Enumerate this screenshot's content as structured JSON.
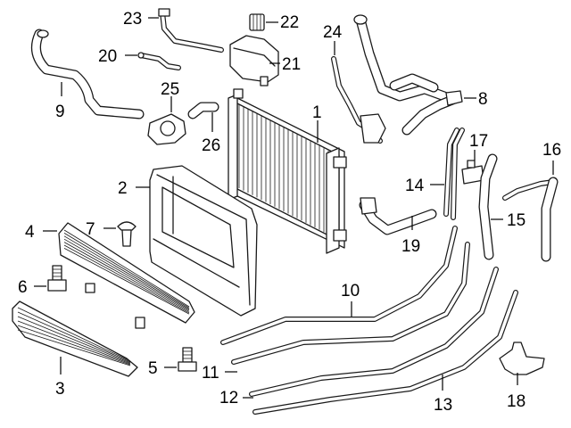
{
  "callouts": [
    {
      "id": "1",
      "label": "1"
    },
    {
      "id": "2",
      "label": "2"
    },
    {
      "id": "3",
      "label": "3"
    },
    {
      "id": "4",
      "label": "4"
    },
    {
      "id": "5",
      "label": "5"
    },
    {
      "id": "6",
      "label": "6"
    },
    {
      "id": "7",
      "label": "7"
    },
    {
      "id": "8",
      "label": "8"
    },
    {
      "id": "9",
      "label": "9"
    },
    {
      "id": "10",
      "label": "10"
    },
    {
      "id": "11",
      "label": "11"
    },
    {
      "id": "12",
      "label": "12"
    },
    {
      "id": "13",
      "label": "13"
    },
    {
      "id": "14",
      "label": "14"
    },
    {
      "id": "15",
      "label": "15"
    },
    {
      "id": "16",
      "label": "16"
    },
    {
      "id": "17",
      "label": "17"
    },
    {
      "id": "18",
      "label": "18"
    },
    {
      "id": "19",
      "label": "19"
    },
    {
      "id": "20",
      "label": "20"
    },
    {
      "id": "21",
      "label": "21"
    },
    {
      "id": "22",
      "label": "22"
    },
    {
      "id": "23",
      "label": "23"
    },
    {
      "id": "24",
      "label": "24"
    },
    {
      "id": "25",
      "label": "25"
    },
    {
      "id": "26",
      "label": "26"
    }
  ],
  "colors": {
    "line": "#1a1a1a",
    "background": "#ffffff"
  }
}
